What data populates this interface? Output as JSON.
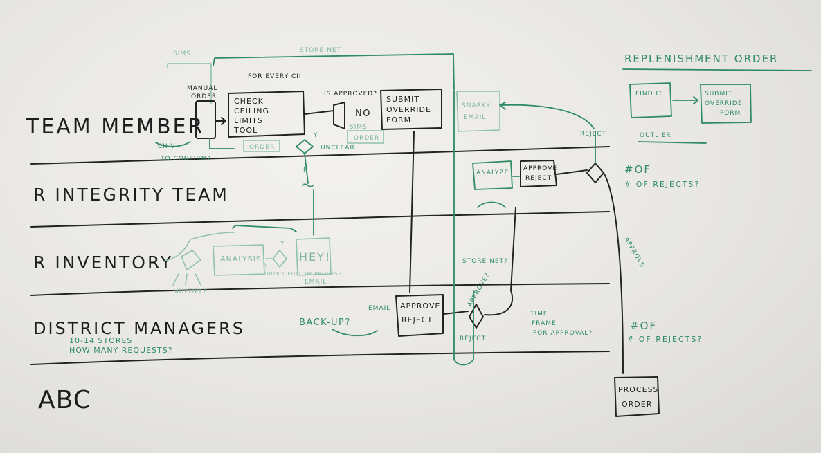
{
  "lanes": {
    "team_member": "TEAM MEMBER",
    "integrity": "R INTEGRITY TEAM",
    "inventory": "R INVENTORY",
    "district": "DISTRICT MANAGERS",
    "district_note1": "10-14 STORES",
    "district_note2": "HOW MANY REQUESTS?",
    "abc": "ABC"
  },
  "team_member": {
    "sims": "SIMS",
    "store_net": "STORE NET",
    "manual_order": "MANUAL ORDER",
    "for_every": "FOR EVERY CII",
    "check_tool": [
      "CHECK",
      "CEILING",
      "LIMITS",
      "TOOL"
    ],
    "is_approved": "IS APPROVED?",
    "no": "NO",
    "submit_form": [
      "SUBMIT",
      "OVERRIDE",
      "FORM"
    ],
    "order": "ORDER",
    "order2": "ORDER",
    "sims2": "SIMS",
    "cii_v": "CII-V",
    "to_confirm": "TO CONFIRM?",
    "y": "Y",
    "n": "N",
    "unclear": "UNCLEAR",
    "snarky_email": [
      "SNARKY",
      "EMAIL"
    ],
    "reject": "REJECT"
  },
  "integrity": {
    "analyze": "ANALYZE",
    "approve_reject": [
      "APPROVE",
      "REJECT"
    ],
    "num_rejects": "# OF REJECTS?"
  },
  "inventory": {
    "analysis": "ANALYSIS",
    "hey": "HEY!",
    "y": "Y",
    "n": "N",
    "multiple": "MULTIPLE",
    "didnt_follow": "DIDN'T FOLLOW PROCESS",
    "email": "EMAIL",
    "store_net_q": "STORE NET?"
  },
  "district": {
    "backup": "BACK-UP?",
    "email": "EMAIL",
    "approve_reject": [
      "APPROVE",
      "REJECT"
    ],
    "approve_q": "APPROVE?",
    "reject": "REJECT",
    "time_frame": [
      "TIME",
      "FRAME",
      "FOR APPROVAL?"
    ],
    "num_rejects": "# OF REJECTS?",
    "approve": "APPROVE"
  },
  "abc": {
    "process_order": [
      "PROCESS",
      "ORDER"
    ]
  },
  "legend": {
    "title": "REPLENISHMENT ORDER",
    "find_it": "FIND IT",
    "submit_form": [
      "SUBMIT",
      "OVERRIDE",
      "FORM"
    ],
    "outlier": "OUTLIER"
  },
  "colors": {
    "marker_black": "#1d1d1d",
    "marker_green": "#2e8b62",
    "marker_faded_green": "#8fc2a8",
    "board": "#ecebe7"
  }
}
